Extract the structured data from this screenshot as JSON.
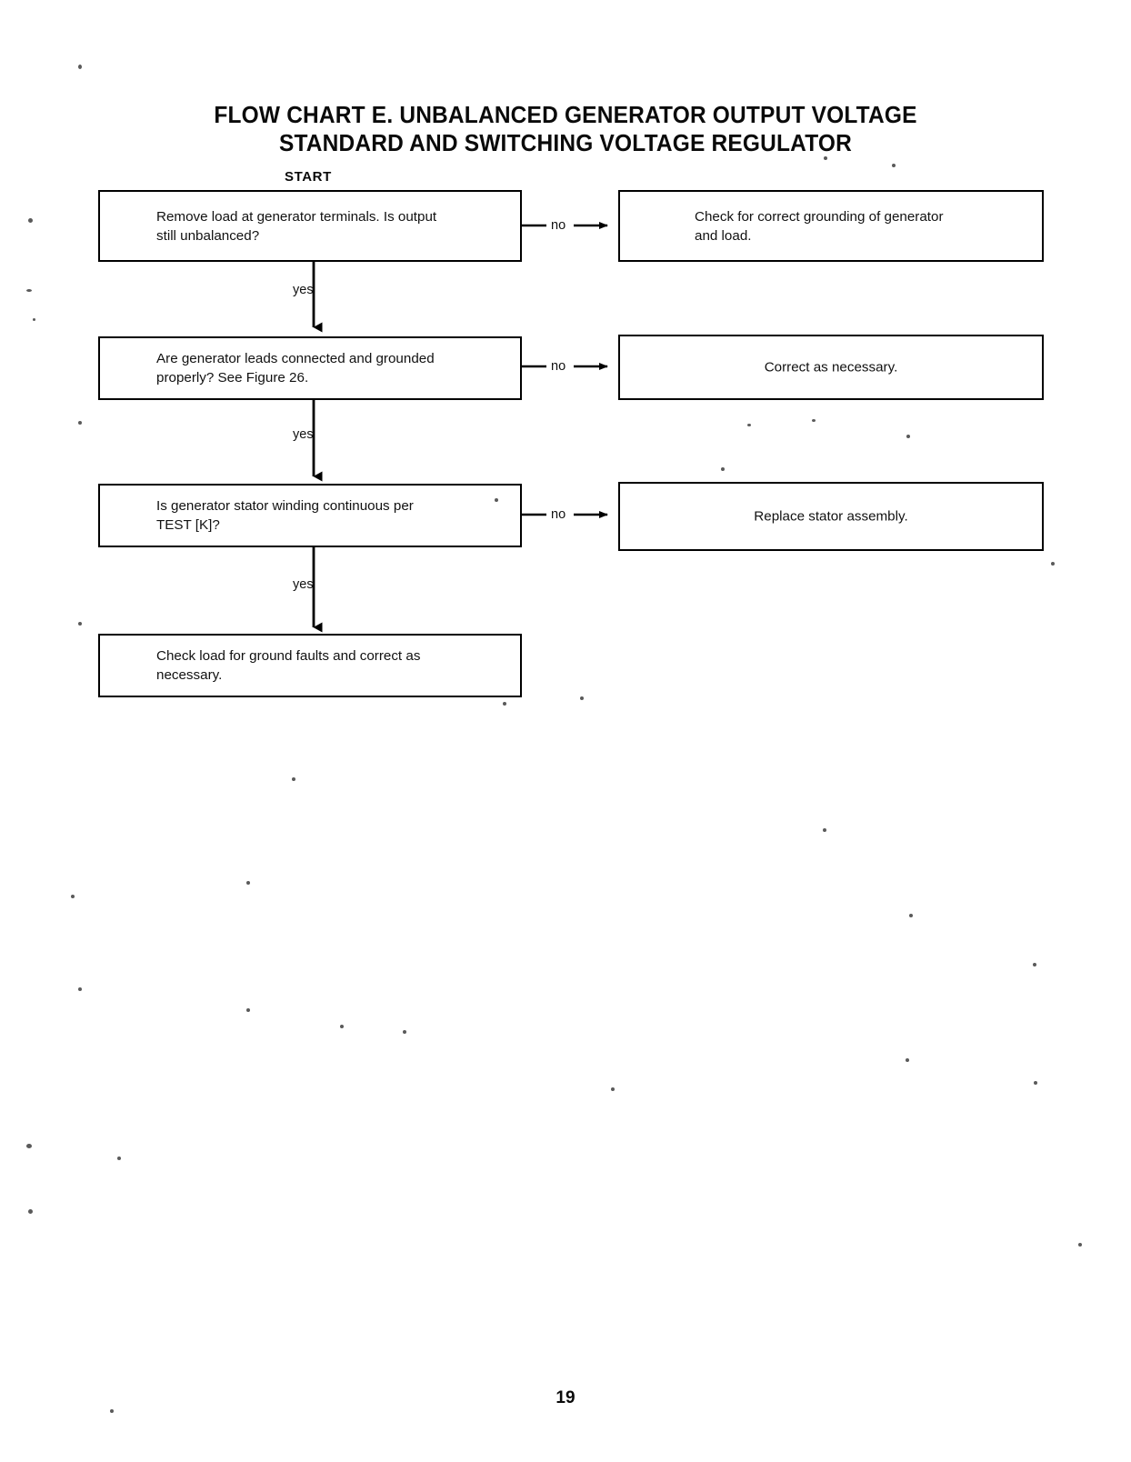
{
  "document": {
    "title_line_1": "FLOW CHART E. UNBALANCED GENERATOR OUTPUT VOLTAGE",
    "title_line_2": "STANDARD AND SWITCHING VOLTAGE REGULATOR",
    "start_label": "START",
    "page_number": "19",
    "ink_color": "#000000",
    "paper_color": "#ffffff"
  },
  "chart_data": {
    "type": "diagram",
    "title": "FLOW CHART E. UNBALANCED GENERATOR OUTPUT VOLTAGE STANDARD AND SWITCHING VOLTAGE REGULATOR",
    "nodes": [
      {
        "id": "q1",
        "kind": "decision",
        "column": "left",
        "text": "Remove load at generator terminals. Is output\nstill unbalanced?"
      },
      {
        "id": "a1",
        "kind": "action",
        "column": "right",
        "text": "Check for correct grounding of generator\nand load."
      },
      {
        "id": "q2",
        "kind": "decision",
        "column": "left",
        "text": "Are generator leads connected and grounded\nproperly? See Figure 26."
      },
      {
        "id": "a2",
        "kind": "action",
        "column": "right",
        "text": "Correct as necessary."
      },
      {
        "id": "q3",
        "kind": "decision",
        "column": "left",
        "text": "Is generator stator winding continuous per\nTEST [K]?"
      },
      {
        "id": "a3",
        "kind": "action",
        "column": "right",
        "text": "Replace stator assembly."
      },
      {
        "id": "q4",
        "kind": "action",
        "column": "left",
        "text": "Check load for ground faults and correct as\nnecessary."
      }
    ],
    "edges": [
      {
        "from": "q1",
        "to": "a1",
        "label": "no",
        "direction": "right"
      },
      {
        "from": "q1",
        "to": "q2",
        "label": "yes",
        "direction": "down"
      },
      {
        "from": "q2",
        "to": "a2",
        "label": "no",
        "direction": "right"
      },
      {
        "from": "q2",
        "to": "q3",
        "label": "yes",
        "direction": "down"
      },
      {
        "from": "q3",
        "to": "a3",
        "label": "no",
        "direction": "right"
      },
      {
        "from": "q3",
        "to": "q4",
        "label": "yes",
        "direction": "down"
      }
    ]
  }
}
